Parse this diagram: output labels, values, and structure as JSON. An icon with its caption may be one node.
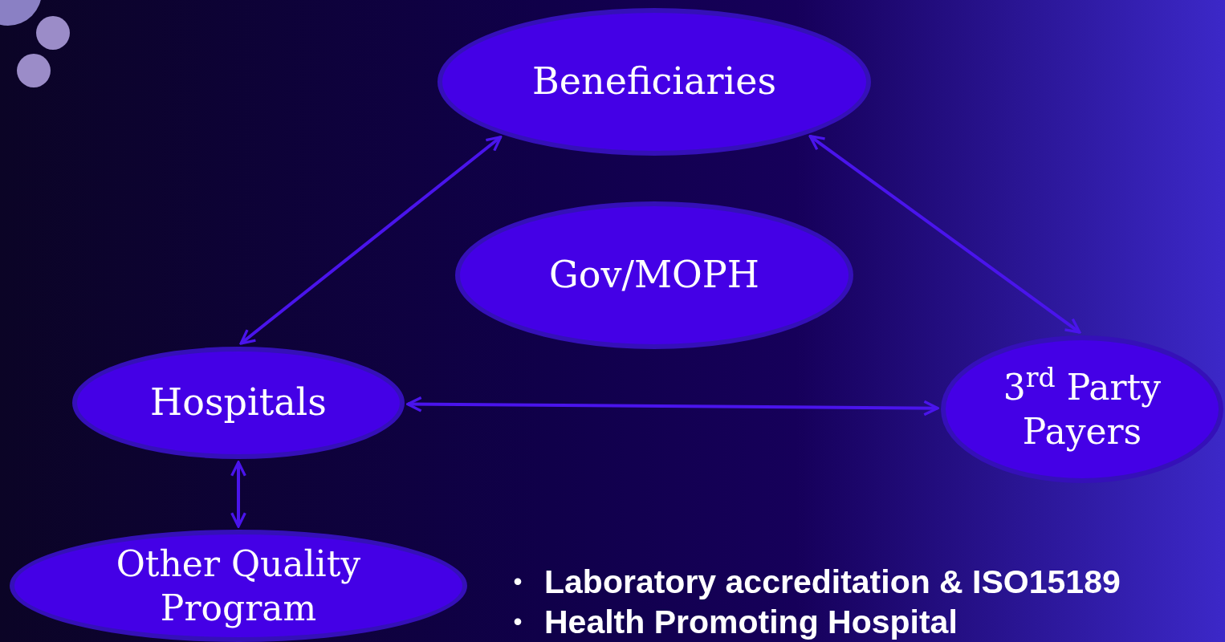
{
  "diagram": {
    "nodes": [
      {
        "text": [
          "Beneficiaries"
        ]
      },
      {
        "text": [
          "Gov/MOPH"
        ]
      },
      {
        "text": [
          "Hospitals"
        ]
      },
      {
        "text": [
          "3$^{rd}$ Party Payers"
        ]
      },
      {
        "text": [
          "Other Quality Program"
        ]
      }
    ],
    "edges": [
      {
        "from": 0,
        "to": 2,
        "arrow": "both"
      },
      {
        "from": 0,
        "to": 3,
        "arrow": "both"
      },
      {
        "from": 2,
        "to": 3,
        "arrow": "both"
      },
      {
        "from": 2,
        "to": 4,
        "arrow": "both"
      }
    ],
    "labels": [
      "•",
      "Laboratory accreditation & ISO15189",
      "•",
      "Health Promoting Hospital"
    ]
  }
}
